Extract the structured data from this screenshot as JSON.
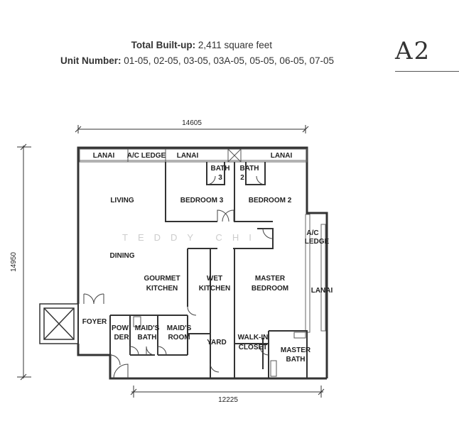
{
  "header": {
    "built_up_label": "Total Built-up:",
    "built_up_value": "2,411 square feet",
    "unit_number_label": "Unit Number:",
    "unit_number_value": "01-05, 02-05, 03-05, 03A-05, 05-05, 06-05, 07-05",
    "unit_type": "A2"
  },
  "dimensions": {
    "top": "14605",
    "left": "14950",
    "bottom": "12225"
  },
  "watermark": "TEDDY CHI",
  "rooms": {
    "lanai_1": "LANAI",
    "ac_ledge_1": "A/C LEDGE",
    "lanai_2": "LANAI",
    "bath_3_line1": "BATH",
    "bath_3_line2": "3",
    "bath_2_line1": "BATH",
    "bath_2_line2": "2",
    "lanai_3": "LANAI",
    "living": "LIVING",
    "bedroom_3": "BEDROOM 3",
    "bedroom_2": "BEDROOM 2",
    "ac_ledge_2_line1": "A/C",
    "ac_ledge_2_line2": "LEDGE",
    "dining": "DINING",
    "gourmet_line1": "GOURMET",
    "gourmet_line2": "KITCHEN",
    "wet_line1": "WET",
    "wet_line2": "KITCHEN",
    "master_line1": "MASTER",
    "master_line2": "BEDROOM",
    "lanai_4": "LANAI",
    "foyer": "FOYER",
    "powder_line1": "POW",
    "powder_line2": "DER",
    "maids_bath_line1": "MAID'S",
    "maids_bath_line2": "BATH",
    "maids_room_line1": "MAID'S",
    "maids_room_line2": "ROOM",
    "yard": "YARD",
    "walkin_line1": "WALK-IN",
    "walkin_line2": "CLOSET",
    "master_bath_line1": "MASTER",
    "master_bath_line2": "BATH"
  }
}
